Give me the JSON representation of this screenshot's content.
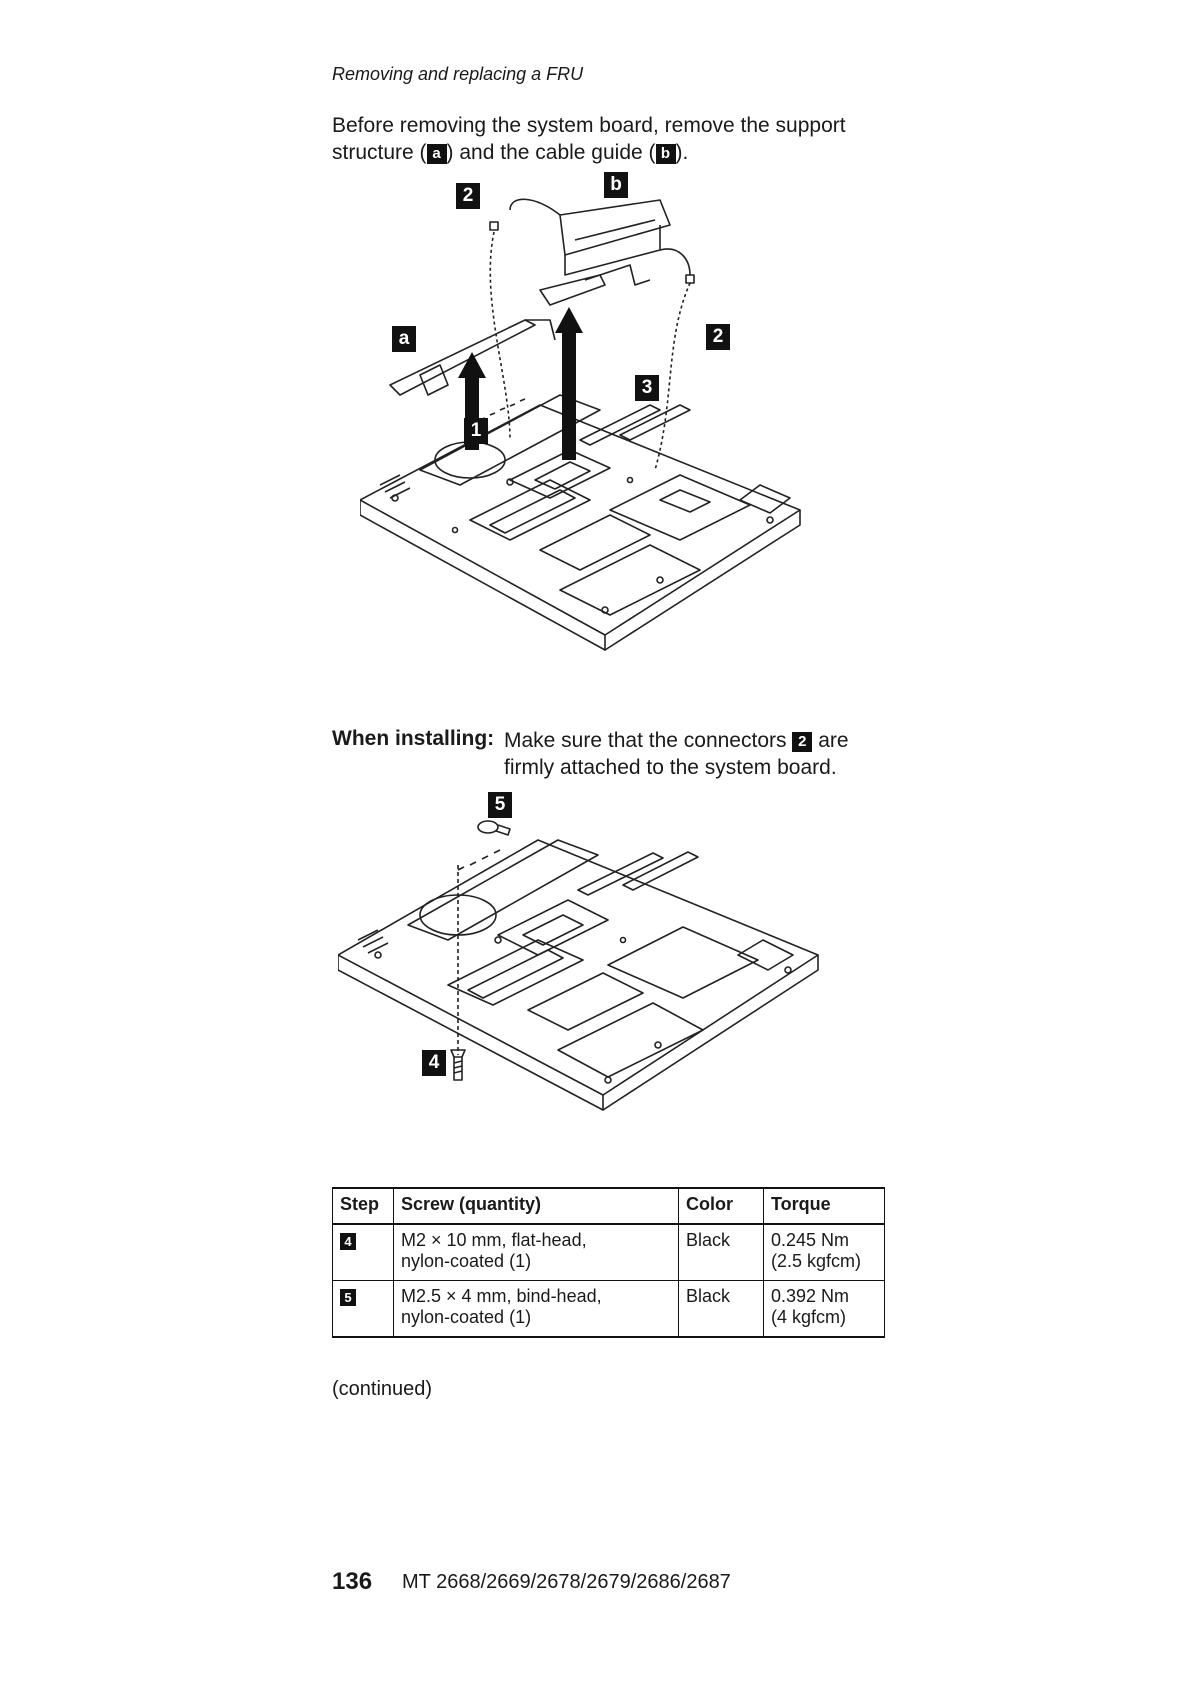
{
  "header": {
    "running_title": "Removing and replacing a FRU"
  },
  "intro": {
    "part1": "Before removing the system board, remove the support structure (",
    "badge_a": "a",
    "part2": ") and the cable guide (",
    "badge_b": "b",
    "part3": ")."
  },
  "figure1": {
    "callouts": {
      "c2_left": "2",
      "c_b": "b",
      "c_a": "a",
      "c2_right": "2",
      "c3": "3",
      "c1": "1"
    }
  },
  "note": {
    "label": "When installing:",
    "text_before": "Make sure that the connectors",
    "badge": "2",
    "text_after": "are firmly attached to the system board."
  },
  "figure2": {
    "callouts": {
      "c5": "5",
      "c4": "4"
    }
  },
  "screw_table": {
    "headers": [
      "Step",
      "Screw (quantity)",
      "Color",
      "Torque"
    ],
    "rows": [
      {
        "step": "4",
        "screw_line1": "M2 × 10 mm, flat-head,",
        "screw_line2": "nylon-coated (1)",
        "color": "Black",
        "torque_line1": "0.245 Nm",
        "torque_line2": "(2.5 kgfcm)"
      },
      {
        "step": "5",
        "screw_line1": "M2.5 × 4 mm, bind-head,",
        "screw_line2": "nylon-coated (1)",
        "color": "Black",
        "torque_line1": "0.392 Nm",
        "torque_line2": "(4 kgfcm)"
      }
    ]
  },
  "continued": "(continued)",
  "footer": {
    "page_number": "136",
    "machine_types": "MT 2668/2669/2678/2679/2686/2687"
  }
}
